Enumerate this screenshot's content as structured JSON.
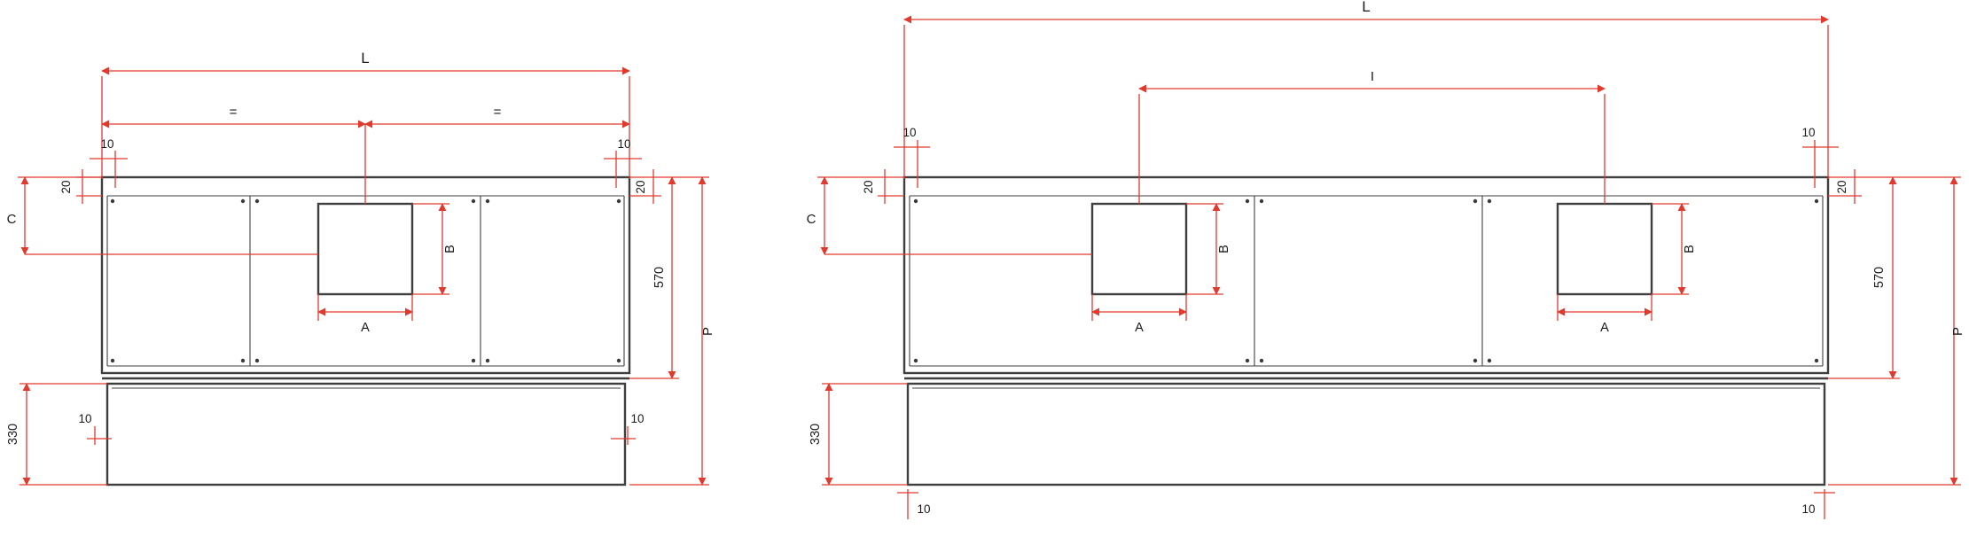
{
  "colors": {
    "dimension_line": "#e03a2f",
    "drawing_outline": "#3f3f3f",
    "label_text": "#1a1a1a"
  },
  "views": [
    {
      "name": "single-opening-front-view",
      "labels": {
        "overall_width": "L",
        "equal_left": "=",
        "equal_right": "=",
        "top_offset_left": "10",
        "top_offset_right": "10",
        "flange_left": "20",
        "flange_right": "20",
        "opening_center": "C",
        "opening_width": "A",
        "opening_height": "B",
        "front_height": "570",
        "total_height": "P",
        "lower_height": "330",
        "bottom_offset_left": "10",
        "bottom_offset_right": "10"
      }
    },
    {
      "name": "twin-opening-front-view",
      "labels": {
        "overall_width": "L",
        "openings_spacing": "I",
        "top_offset_left": "10",
        "top_offset_right": "10",
        "flange_left": "20",
        "flange_right": "20",
        "opening_center": "C",
        "opening1_width": "A",
        "opening1_height": "B",
        "opening2_width": "A",
        "opening2_height": "B",
        "front_height": "570",
        "total_height": "P",
        "lower_height": "330",
        "bottom_offset_left": "10",
        "bottom_offset_right": "10"
      }
    }
  ]
}
